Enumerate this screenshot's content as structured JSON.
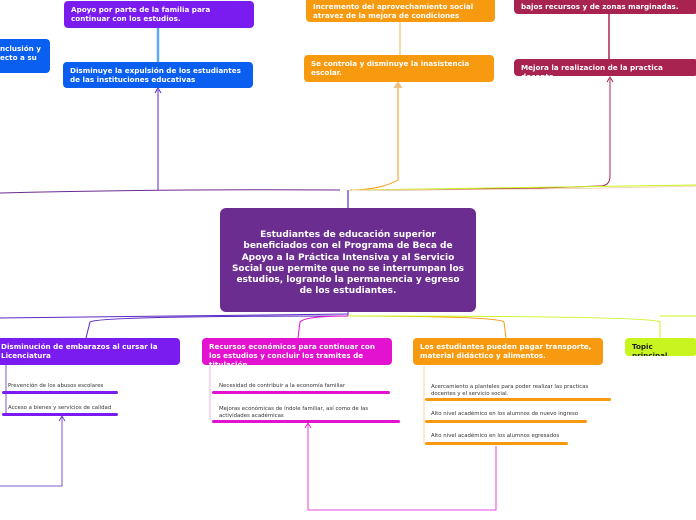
{
  "colors": {
    "center": "#6c2d91",
    "purple": "#7a1bf0",
    "blue": "#0a5ef0",
    "orange": "#f79a10",
    "crimson": "#a8234f",
    "magenta": "#e311d0",
    "lime": "#c8f520",
    "violet_line": "#5b2ac4"
  },
  "center": {
    "text": "Estudiantes de educación superior beneficiados con el Programa de Beca de Apoyo a la Práctica Intensiva y al Servicio Social que permite que no se interrumpan los estudios, logrando la permanencia y egreso de los estudiantes."
  },
  "top": {
    "family_support": "Apoyo por parte de la familia para continuar con los estudios.",
    "inclusion_partial": "nclusión y\necto a su",
    "expulsion": "Disminuye la expulsión de los estudiantes de las instituciones educativas",
    "improvement": "Incremento del aprovechamiento social atravez de la mejora de condiciones",
    "absence": "Se controla y disminuye la inasistencia escolar.",
    "marginal": "bajos recursos y de zonas marginadas.",
    "practice": "Mejora la realizacion de la practica docente."
  },
  "bottom": {
    "pregnancy": {
      "title": "Disminución de embarazos al cursar la Licenciatura",
      "leaves": [
        "Prevención de los abusos escolares",
        "Acceso a bienes y servicios de calidad"
      ]
    },
    "resources": {
      "title": "Recursos económicos para continuar con los estudios y concluir los tramites de titulación",
      "leaves": [
        "Necesidad de contribuir a la economía familiar",
        "Mejoras económicas de índole familiar, así como de las actividades académicas"
      ]
    },
    "transport": {
      "title": "Los estudiantes pueden pagar transporte, material didáctico y alimentos.",
      "leaves": [
        "Acercamiento a planteles para poder realizar las practicas docentes y el servicio social.",
        "Alto nivel académico en los alumnos de nuevo ingreso",
        "Alto nivel académico en los alumnos egresados"
      ]
    },
    "topic": {
      "title": "Topic principal"
    }
  }
}
